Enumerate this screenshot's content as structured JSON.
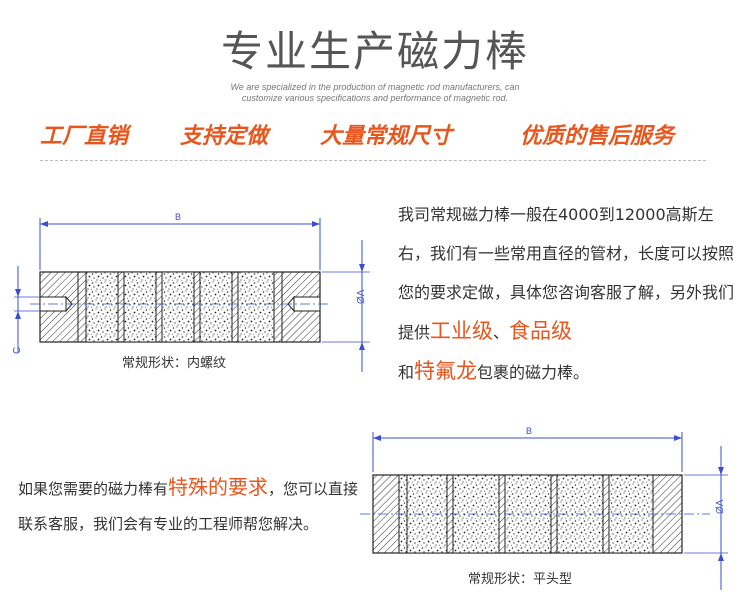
{
  "header": {
    "title": "专业生产磁力棒",
    "subtitle_line1": "We are specialized in the production of magnetic rod manufacturers, can",
    "subtitle_line2": "customize various specifications and performance of magnetic rod."
  },
  "features": [
    "工厂直销",
    "支持定做",
    "大量常规尺寸",
    "优质的售后服务"
  ],
  "section1": {
    "text_a": "我司常规磁力棒一般在4000到12000高斯左右，我们有一些常用直径的管材，长度可以按照您的要求定做，具体您咨询客服了解，另外我们提供",
    "highlight_1": "工业级",
    "sep": "、",
    "highlight_2": "食品级",
    "text_b": "和",
    "highlight_3": "特氟龙",
    "text_c": "包裹的磁力棒。"
  },
  "diagram1": {
    "label_b": "B",
    "label_a": "ØA",
    "label_c": "C",
    "caption": "常规形状：内螺纹"
  },
  "section2": {
    "text_a": "如果您需要的磁力棒有",
    "highlight": "特殊的要求",
    "text_b": "，您可以直接联系客服，我们会有专业的工程师帮您解决。"
  },
  "diagram2": {
    "label_b": "B",
    "label_a": "ØA",
    "caption": "常规形状：平头型"
  },
  "colors": {
    "accent": "#e8561e",
    "line": "#3a4fd0",
    "text": "#333333"
  }
}
